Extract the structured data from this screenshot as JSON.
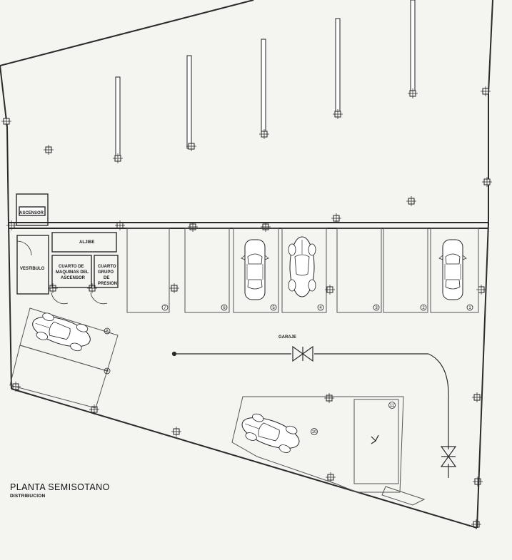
{
  "plan": {
    "title": "PLANTA SEMISOTANO",
    "subtitle": "DISTRIBUCION"
  },
  "rooms": {
    "ascensor": "ASCENSOR",
    "aljibe": "ALJIBE",
    "vestibulo": "VESTIBULO",
    "maquinas": [
      "CUARTO DE",
      "MAQUINAS DEL",
      "ASCENSOR"
    ],
    "grupo": [
      "CUARTO",
      "GRUPO",
      "DE",
      "PRESION"
    ],
    "garaje": "GARAJE"
  },
  "parking_numbers": [
    "7",
    "6",
    "5",
    "4",
    "3",
    "2",
    "1",
    "8",
    "9",
    "10",
    "11"
  ],
  "colors": {
    "line": "#2b2b2b",
    "paper": "#f4f4f1"
  }
}
